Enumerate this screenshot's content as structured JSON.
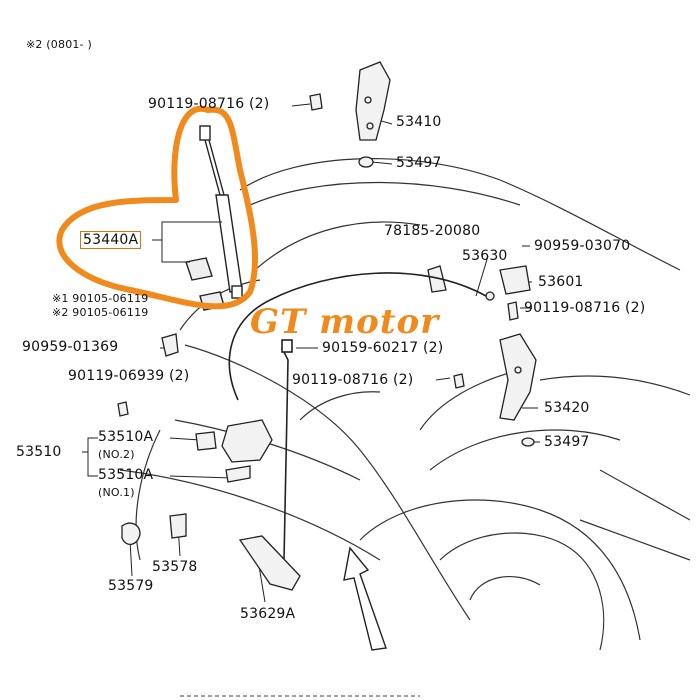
{
  "header_note": "※2 (0801-    )",
  "watermark": "GT motor",
  "accent_color": "#f08a1c",
  "parts": {
    "bolt_top": "90119-08716 (2)",
    "hinge_upper": "53410",
    "cushion_upper": "53497",
    "support_stay": "53440A",
    "bolt_note1": "※1 90105-06119",
    "bolt_note2": "※2 90105-06119",
    "clip_left": "90959-01369",
    "bolt_left": "90119-06939 (2)",
    "lock_group": "53510",
    "lock_no2": "53510A",
    "lock_no2_note": "(NO.2)",
    "lock_no1": "53510A",
    "lock_no1_note": "(NO.1)",
    "bumper": "53578",
    "cap": "53579",
    "lever": "53629A",
    "clip_cable": "78185-20080",
    "cable": "53630",
    "clip_right": "90959-03070",
    "hinge_upper_right": "53601",
    "bolt_right": "90119-08716 (2)",
    "bolt_center_a": "90159-60217 (2)",
    "bolt_center_b": "90119-08716 (2)",
    "hinge_lower": "53420",
    "cushion_lower": "53497"
  }
}
